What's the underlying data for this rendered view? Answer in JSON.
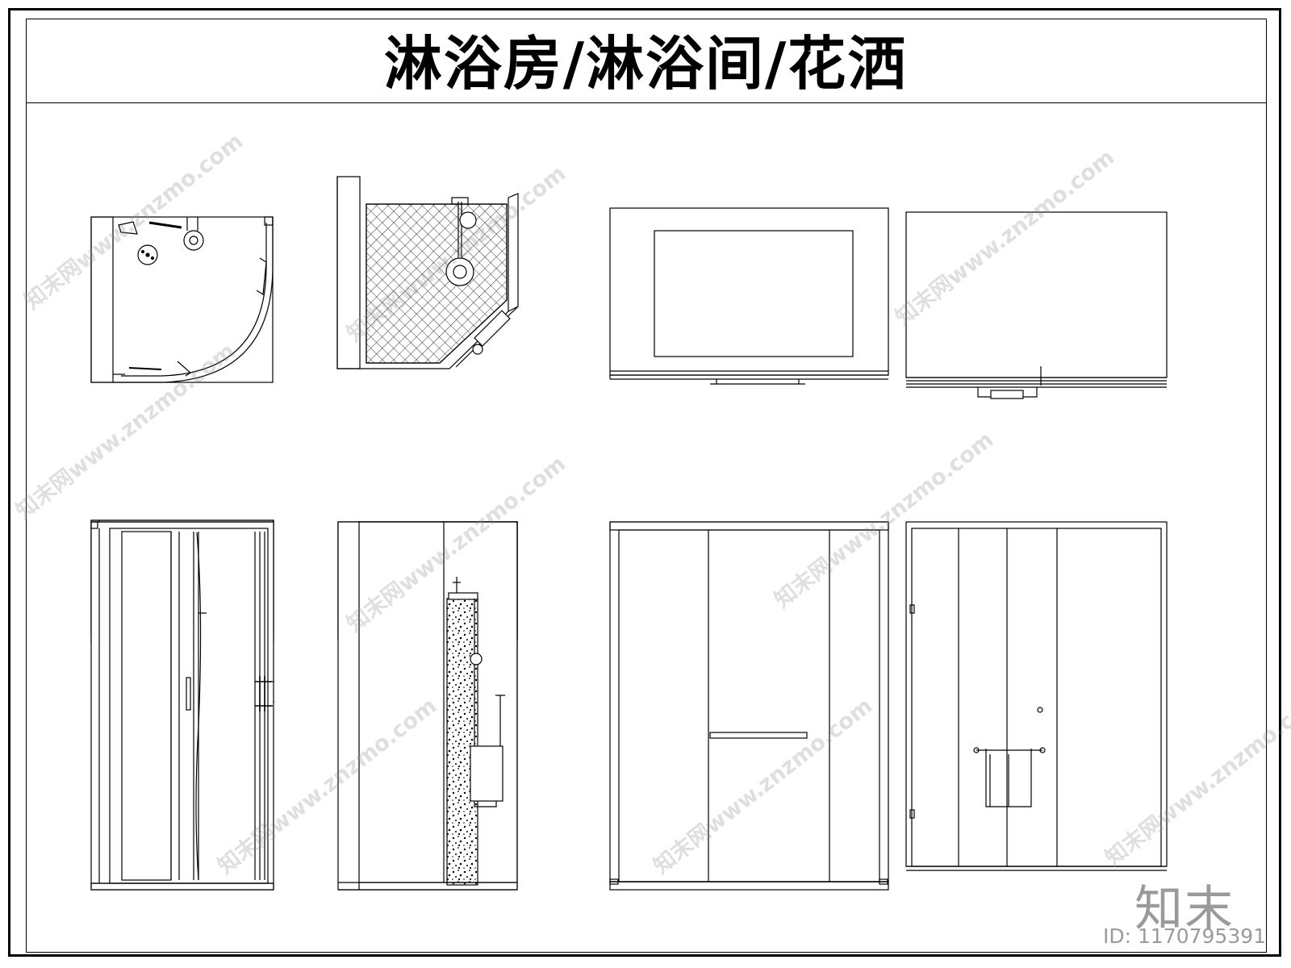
{
  "title": "淋浴房/淋浴间/花洒",
  "watermark": {
    "text": "知末网www.znzmo.com"
  },
  "brand": {
    "logo_text": "知末",
    "id_text": "ID: 1170795391"
  },
  "colors": {
    "line": "#000000",
    "watermark": "#8c8c8c",
    "brand": "#9a9a9a"
  },
  "drawings": [
    {
      "name": "quadrant-shower-plan"
    },
    {
      "name": "pentagon-shower-plan"
    },
    {
      "name": "rect-shower-top-view"
    },
    {
      "name": "rect-shower-top-view-2"
    },
    {
      "name": "shower-enclosure-side-elevation"
    },
    {
      "name": "shower-column-elevation"
    },
    {
      "name": "sliding-door-front-elevation"
    },
    {
      "name": "towel-bar-front-elevation"
    }
  ]
}
